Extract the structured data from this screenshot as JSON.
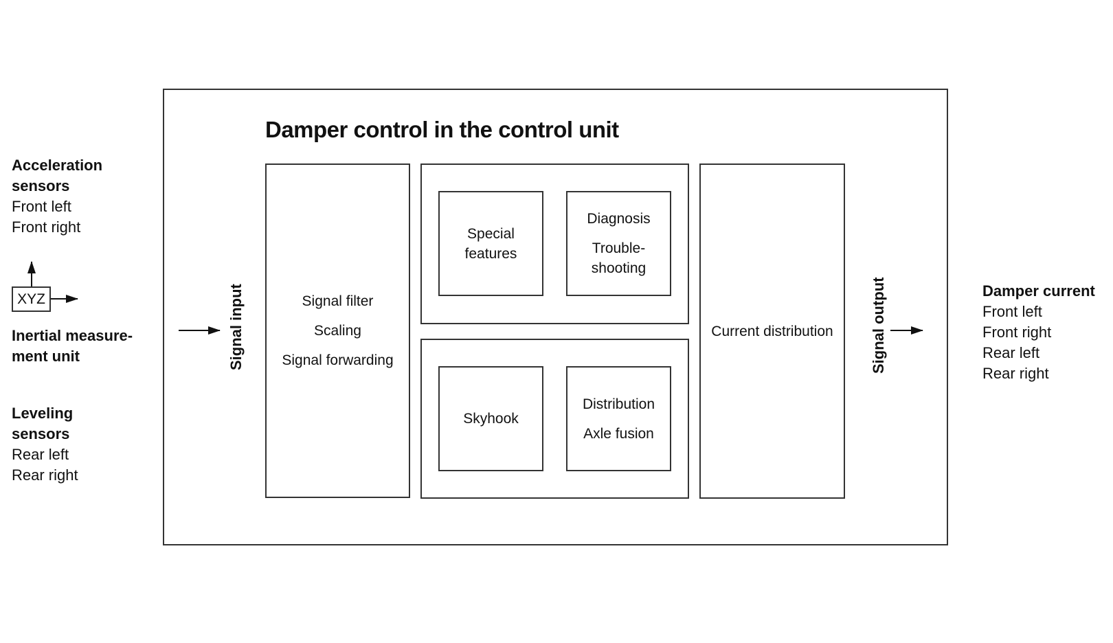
{
  "title": "Damper control in the control unit",
  "inputs": {
    "acceleration": {
      "heading_line1": "Acceleration",
      "heading_line2": "sensors",
      "items": [
        "Front left",
        "Front right"
      ]
    },
    "imu": {
      "box_label": "XYZ",
      "heading_line1": "Inertial measure-",
      "heading_line2": "ment unit"
    },
    "leveling": {
      "heading_line1": "Leveling",
      "heading_line2": "sensors",
      "items": [
        "Rear left",
        "Rear right"
      ]
    }
  },
  "signal_input_label": "Signal input",
  "signal_output_label": "Signal output",
  "blocks": {
    "signal_processing": [
      "Signal filter",
      "Scaling",
      "Signal forwarding"
    ],
    "special_features": [
      "Special",
      "features"
    ],
    "diagnosis": {
      "title": "Diagnosis",
      "lines": [
        "Trouble-",
        "shooting"
      ]
    },
    "skyhook": "Skyhook",
    "distribution": [
      "Distribution",
      "Axle fusion"
    ],
    "current_distribution": "Current distribution"
  },
  "output": {
    "heading": "Damper current",
    "items": [
      "Front left",
      "Front right",
      "Rear left",
      "Rear right"
    ]
  }
}
